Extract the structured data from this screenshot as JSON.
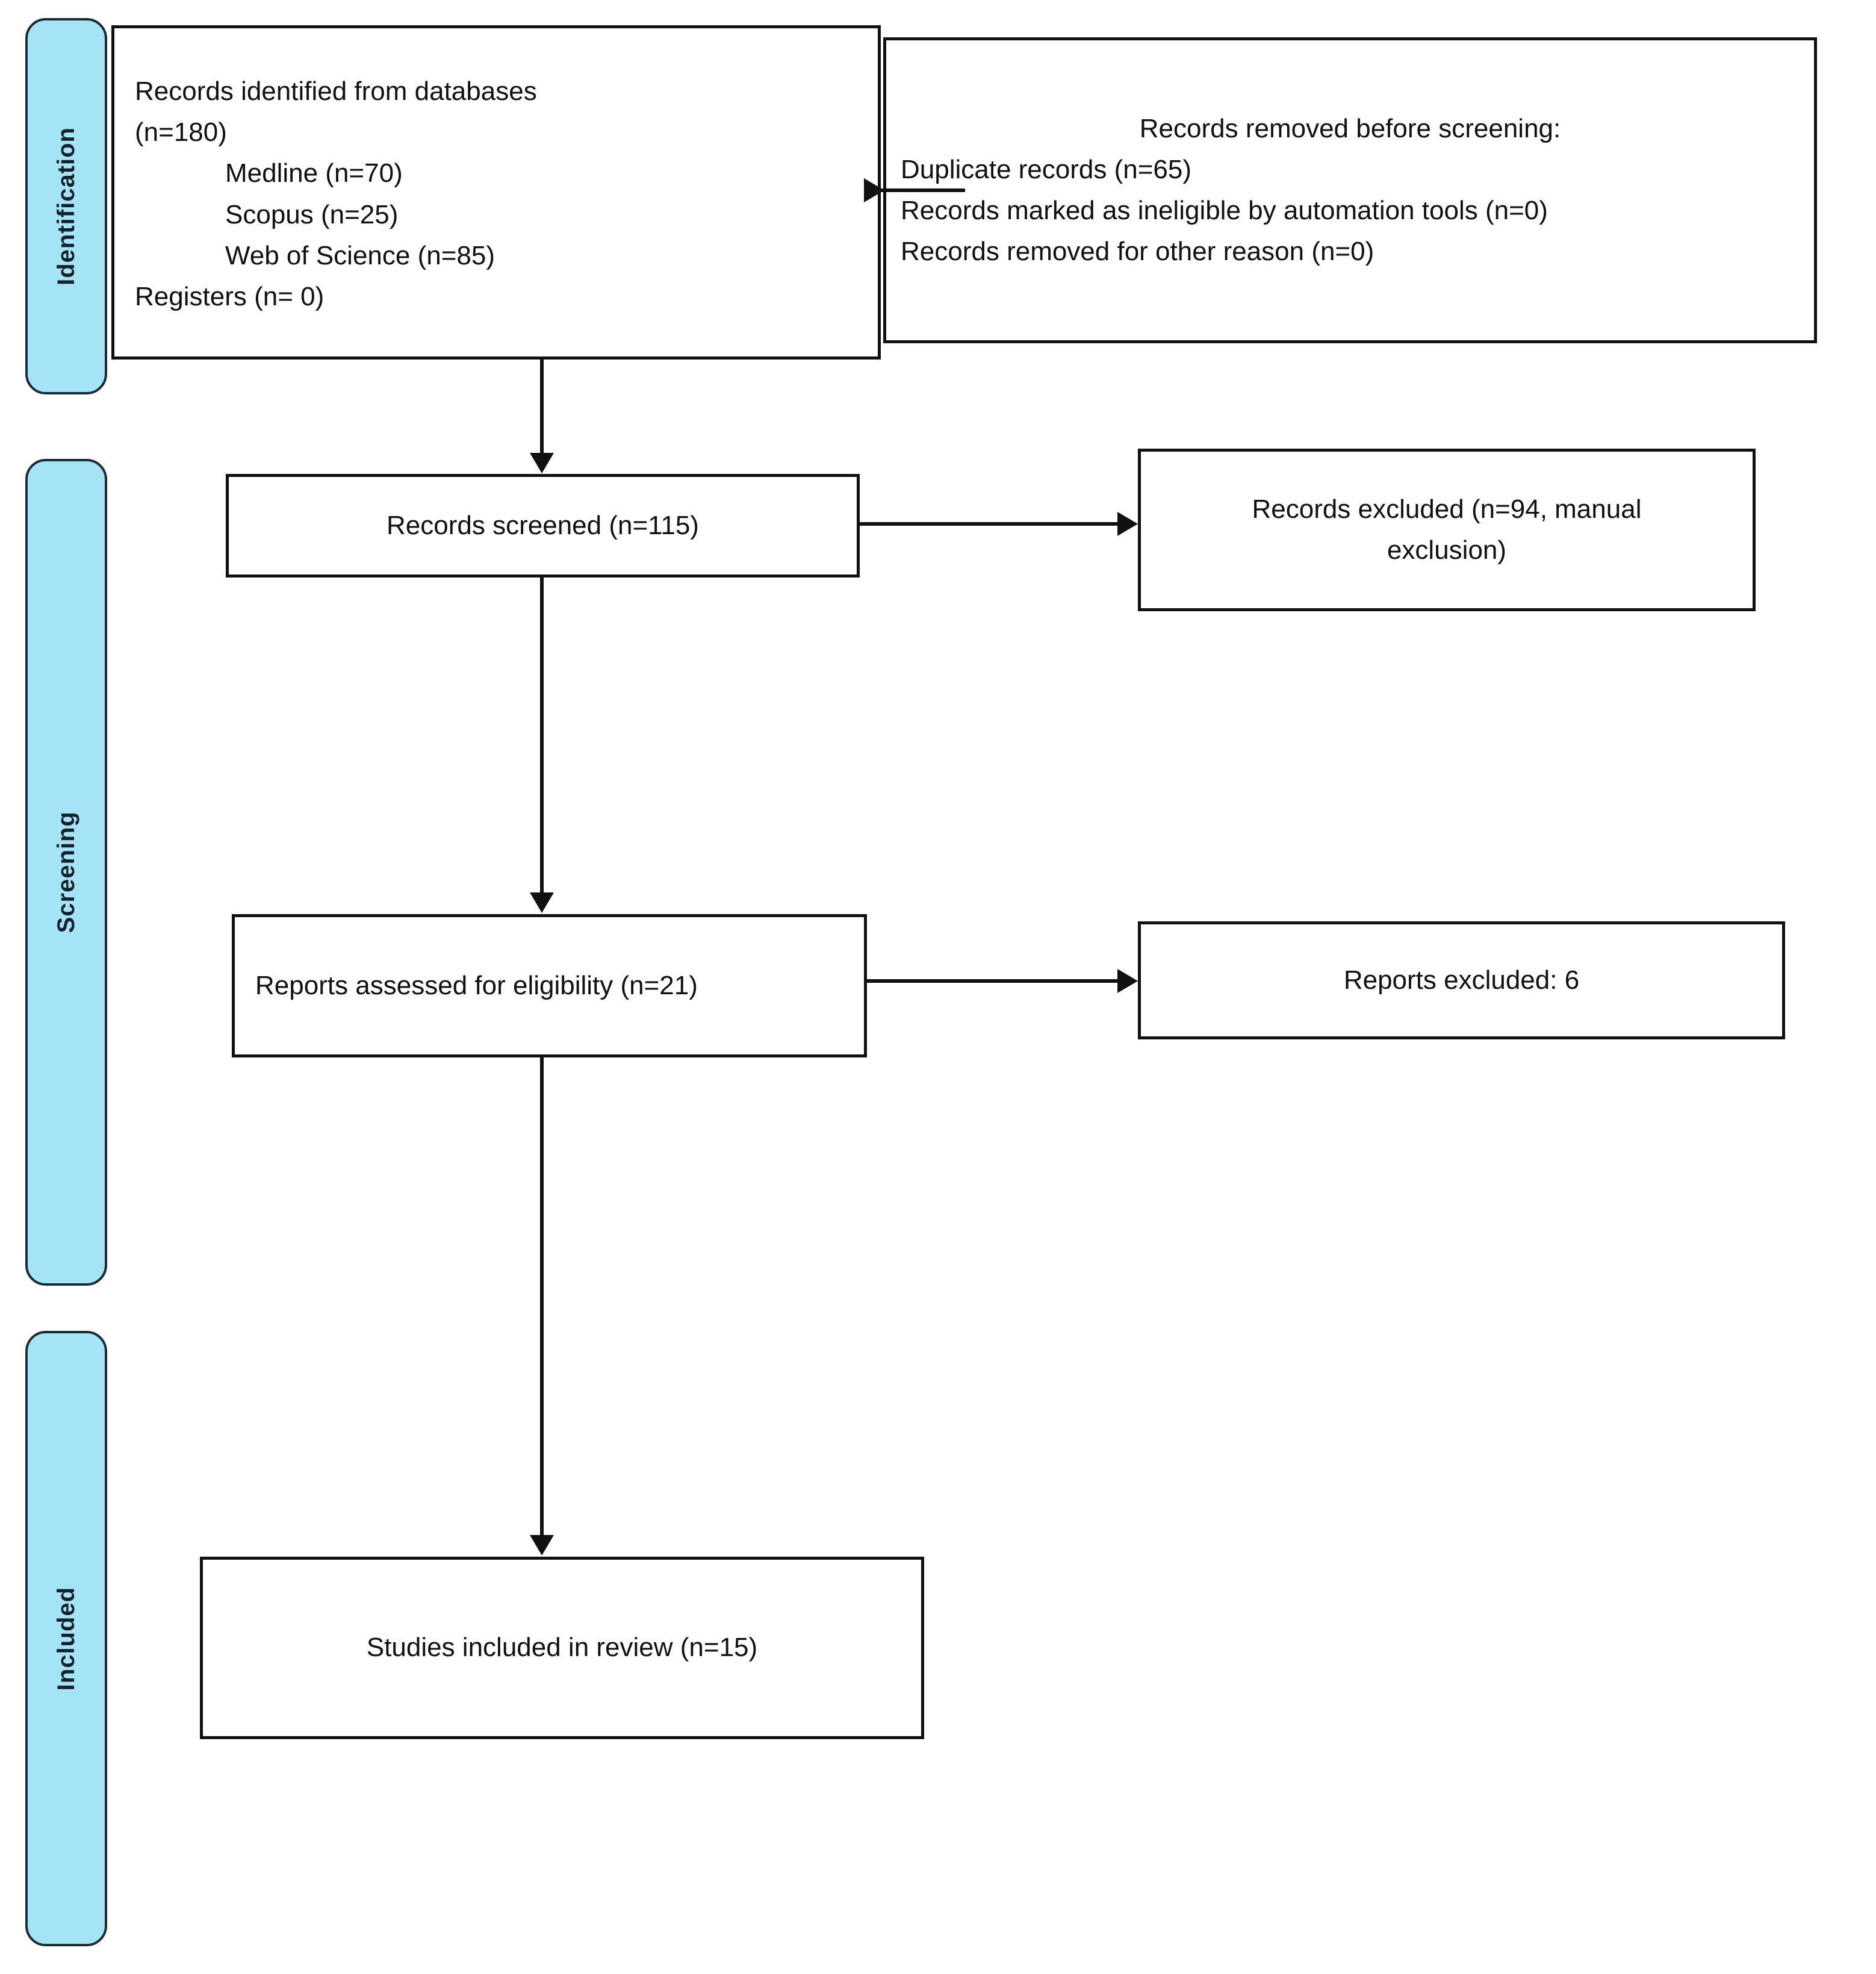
{
  "diagram": {
    "type": "prisma-flow-diagram",
    "accent_color": "#A5E4F7",
    "line_color": "#111111",
    "phases": [
      {
        "id": "identification",
        "label": "Identification"
      },
      {
        "id": "screening",
        "label": "Screening"
      },
      {
        "id": "included",
        "label": "Included"
      }
    ],
    "boxes": {
      "records_identified": {
        "lines": [
          "Records identified from databases",
          "(n=180)",
          "Medline (n=70)",
          "Scopus (n=25)",
          "Web of Science (n=85)",
          "Registers (n= 0)"
        ]
      },
      "records_removed": {
        "heading": "Records removed before screening:",
        "lines": [
          "Duplicate records (n=65)",
          "Records marked as ineligible by automation tools (n=0)",
          "Records removed for other reason (n=0)"
        ]
      },
      "records_screened": {
        "text": "Records screened (n=115)"
      },
      "records_excluded": {
        "line1": "Records excluded (n=94, manual",
        "line2": "exclusion)"
      },
      "reports_assessed": {
        "text": "Reports assessed for eligibility (n=21)"
      },
      "reports_excluded": {
        "text": "Reports excluded: 6"
      },
      "studies_included": {
        "text": "Studies included in review (n=15)"
      }
    }
  },
  "chart_data": {
    "type": "diagram",
    "title": "PRISMA flow diagram",
    "nodes": [
      {
        "id": "records_identified",
        "phase": "Identification",
        "label": "Records identified from databases (n=180)",
        "n": 180,
        "sources": [
          {
            "name": "Medline",
            "n": 70
          },
          {
            "name": "Scopus",
            "n": 25
          },
          {
            "name": "Web of Science",
            "n": 85
          },
          {
            "name": "Registers",
            "n": 0
          }
        ]
      },
      {
        "id": "records_removed",
        "phase": "Identification",
        "label": "Records removed before screening",
        "reasons": [
          {
            "name": "Duplicate records",
            "n": 65
          },
          {
            "name": "Records marked as ineligible by automation tools",
            "n": 0
          },
          {
            "name": "Records removed for other reason",
            "n": 0
          }
        ]
      },
      {
        "id": "records_screened",
        "phase": "Screening",
        "label": "Records screened",
        "n": 115
      },
      {
        "id": "records_excluded",
        "phase": "Screening",
        "label": "Records excluded (manual exclusion)",
        "n": 94
      },
      {
        "id": "reports_assessed",
        "phase": "Screening",
        "label": "Reports assessed for eligibility",
        "n": 21
      },
      {
        "id": "reports_excluded",
        "phase": "Screening",
        "label": "Reports excluded",
        "n": 6
      },
      {
        "id": "studies_included",
        "phase": "Included",
        "label": "Studies included in review",
        "n": 15
      }
    ],
    "edges": [
      {
        "from": "records_identified",
        "to": "records_removed",
        "direction": "right"
      },
      {
        "from": "records_identified",
        "to": "records_screened",
        "direction": "down"
      },
      {
        "from": "records_screened",
        "to": "records_excluded",
        "direction": "right"
      },
      {
        "from": "records_screened",
        "to": "reports_assessed",
        "direction": "down"
      },
      {
        "from": "reports_assessed",
        "to": "reports_excluded",
        "direction": "right"
      },
      {
        "from": "reports_assessed",
        "to": "studies_included",
        "direction": "down"
      }
    ]
  }
}
